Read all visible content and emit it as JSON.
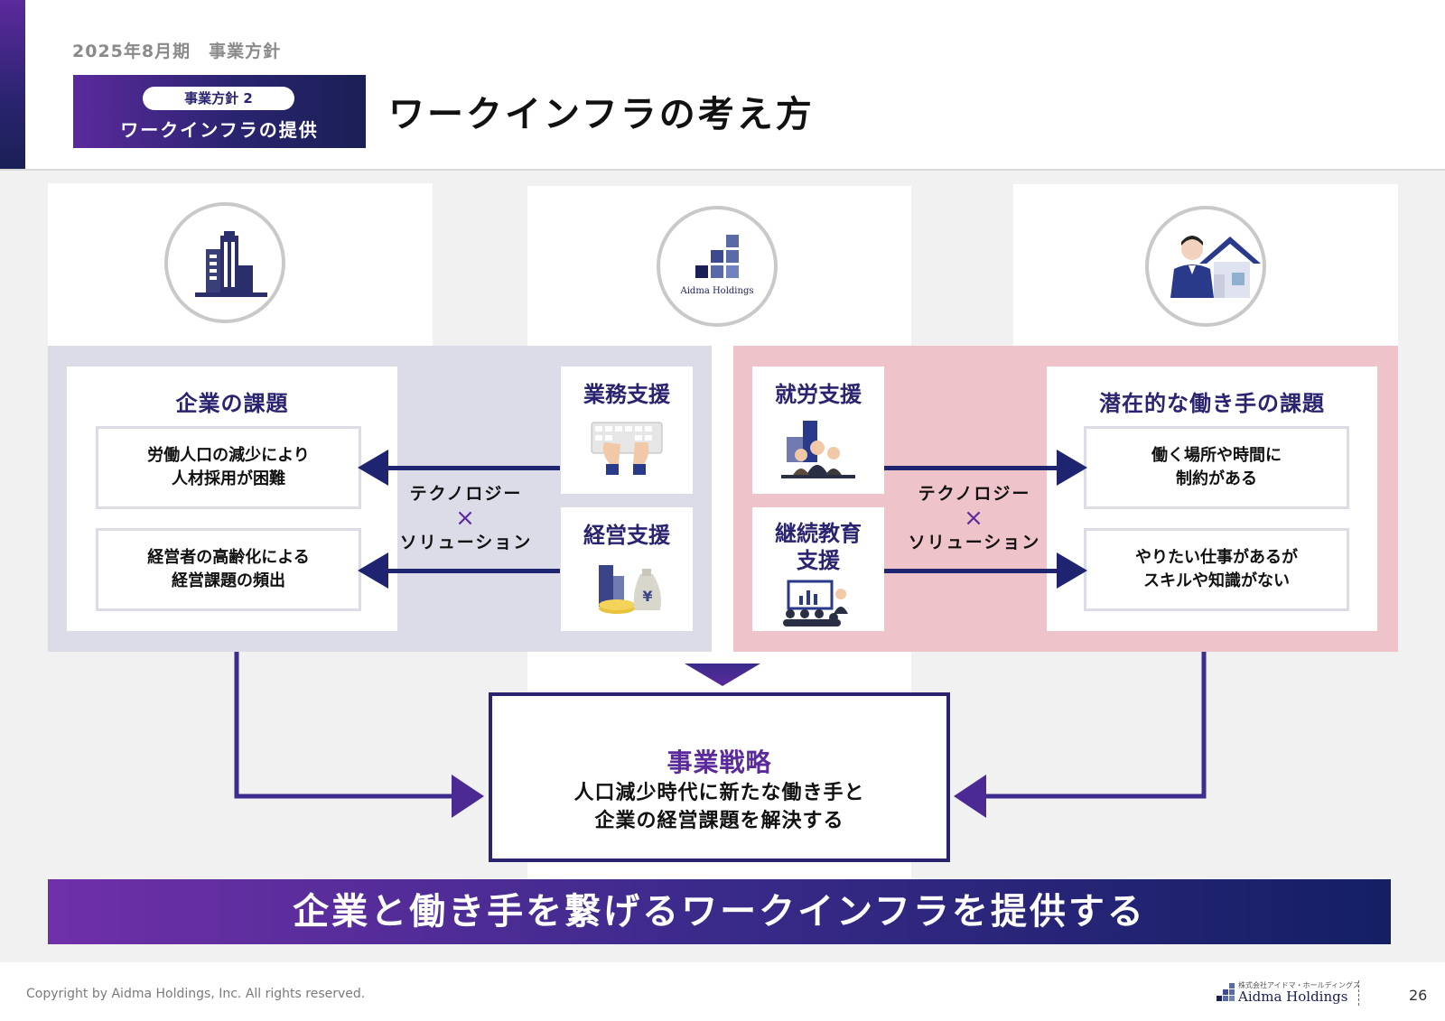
{
  "header": {
    "period": "2025年8月期　事業方針",
    "tag_label": "事業方針 2",
    "tag_sub": "ワークインフラの提供",
    "title": "ワークインフラの考え方"
  },
  "left_panel": {
    "title": "企業の課題",
    "items": [
      "労働人口の減少により\n人材採用が困難",
      "経営者の高齢化による\n経営課題の頻出"
    ],
    "supports": [
      "業務支援",
      "経営支援"
    ],
    "tech_line1": "テクノロジー",
    "tech_x": "×",
    "tech_line2": "ソリューション"
  },
  "right_panel": {
    "title": "潜在的な働き手の課題",
    "items": [
      "働く場所や時間に\n制約がある",
      "やりたい仕事があるが\nスキルや知識がない"
    ],
    "supports": [
      "就労支援",
      "継続教育\n支援"
    ],
    "tech_line1": "テクノロジー",
    "tech_x": "×",
    "tech_line2": "ソリューション"
  },
  "center_logo": "Aidma Holdings",
  "strategy": {
    "title": "事業戦略",
    "text": "人口減少時代に新たな働き手と\n企業の経営課題を解決する"
  },
  "banner": "企業と働き手を繋げるワークインフラを提供する",
  "footer": {
    "copyright": "Copyright by Aidma Holdings, Inc. All rights reserved.",
    "logo_small": "株式会社アイドマ・ホールディングス",
    "logo_text": "Aidma Holdings",
    "page": "26"
  },
  "icons": [
    "building-icon",
    "aidma-logo-icon",
    "operator-house-icon",
    "keyboard-hands-icon",
    "money-bag-icon",
    "team-building-icon",
    "seminar-icon"
  ],
  "colors": {
    "navy": "#2a2470",
    "purple": "#5b2a9c",
    "left_panel": "#dcdce9",
    "right_panel": "#efc3ca"
  }
}
